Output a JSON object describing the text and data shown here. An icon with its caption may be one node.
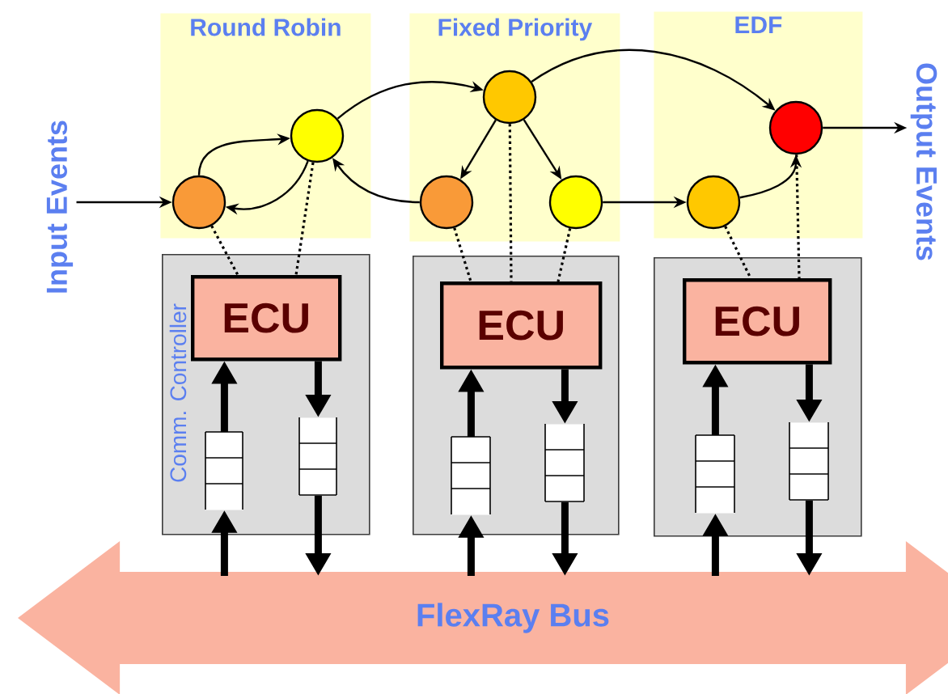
{
  "diagram": {
    "nodes": [
      {
        "text": [
          "Input Events"
        ]
      },
      {
        "text": [
          "Round Robin"
        ]
      },
      {
        "text": [
          "Fixed Priority"
        ]
      },
      {
        "text": [
          "EDF"
        ]
      },
      {
        "text": [],
        "shape": "circle",
        "in": 1
      },
      {
        "text": [],
        "shape": "circle",
        "in": 1
      },
      {
        "text": [],
        "shape": "circle",
        "in": 2
      },
      {
        "text": [],
        "shape": "circle",
        "in": 2
      },
      {
        "text": [],
        "shape": "circle",
        "in": 2
      },
      {
        "text": [],
        "shape": "circle",
        "in": 3
      },
      {
        "text": [],
        "shape": "circle",
        "in": 3
      },
      {
        "text": [
          "Output Events"
        ]
      },
      {
        "text": [
          "Comm. Controller"
        ]
      },
      {
        "text": [],
        "shape": "box"
      },
      {
        "text": [],
        "shape": "box"
      },
      {
        "text": [
          "ECU"
        ],
        "in": 12
      },
      {
        "text": [
          "ECU"
        ],
        "in": 13
      },
      {
        "text": [
          "ECU"
        ],
        "in": 14
      },
      {
        "text": [],
        "shape": "queue",
        "in": 12
      },
      {
        "text": [],
        "shape": "queue",
        "in": 12
      },
      {
        "text": [],
        "shape": "queue",
        "in": 13
      },
      {
        "text": [],
        "shape": "queue",
        "in": 13
      },
      {
        "text": [],
        "shape": "queue",
        "in": 14
      },
      {
        "text": [],
        "shape": "queue",
        "in": 14
      },
      {
        "text": [
          "FlexRay Bus"
        ]
      }
    ],
    "edges": [
      {
        "from": 0,
        "to": 4,
        "arrow": "to"
      },
      {
        "from": 4,
        "to": 5,
        "arrow": "to"
      },
      {
        "from": 5,
        "to": 4,
        "arrow": "to"
      },
      {
        "from": 5,
        "to": 6,
        "arrow": "to"
      },
      {
        "from": 6,
        "to": 7,
        "arrow": "to"
      },
      {
        "from": 6,
        "to": 8,
        "arrow": "to"
      },
      {
        "from": 7,
        "to": 5,
        "arrow": "to"
      },
      {
        "from": 6,
        "to": 9,
        "arrow": "to"
      },
      {
        "from": 8,
        "to": 10,
        "arrow": "to"
      },
      {
        "from": 10,
        "to": 9,
        "arrow": "to"
      },
      {
        "from": 9,
        "to": 11,
        "arrow": "to"
      },
      {
        "from": 4,
        "to": 15,
        "arrow": "none",
        "style": "dashed"
      },
      {
        "from": 5,
        "to": 15,
        "arrow": "none",
        "style": "dashed"
      },
      {
        "from": 7,
        "to": 16,
        "arrow": "none",
        "style": "dashed"
      },
      {
        "from": 6,
        "to": 16,
        "arrow": "none",
        "style": "dashed"
      },
      {
        "from": 8,
        "to": 16,
        "arrow": "none",
        "style": "dashed"
      },
      {
        "from": 10,
        "to": 17,
        "arrow": "none",
        "style": "dashed"
      },
      {
        "from": 9,
        "to": 17,
        "arrow": "none",
        "style": "dashed"
      },
      {
        "from": 24,
        "to": 18,
        "arrow": "to",
        "style": "thick"
      },
      {
        "from": 18,
        "to": 15,
        "arrow": "to",
        "style": "thick"
      },
      {
        "from": 15,
        "to": 19,
        "arrow": "to",
        "style": "thick"
      },
      {
        "from": 19,
        "to": 24,
        "arrow": "to",
        "style": "thick"
      },
      {
        "from": 24,
        "to": 20,
        "arrow": "to",
        "style": "thick"
      },
      {
        "from": 20,
        "to": 16,
        "arrow": "to",
        "style": "thick"
      },
      {
        "from": 16,
        "to": 21,
        "arrow": "to",
        "style": "thick"
      },
      {
        "from": 21,
        "to": 24,
        "arrow": "to",
        "style": "thick"
      },
      {
        "from": 24,
        "to": 22,
        "arrow": "to",
        "style": "thick"
      },
      {
        "from": 22,
        "to": 17,
        "arrow": "to",
        "style": "thick"
      },
      {
        "from": 17,
        "to": 23,
        "arrow": "to",
        "style": "thick"
      },
      {
        "from": 23,
        "to": 24,
        "arrow": "to",
        "style": "thick"
      }
    ]
  }
}
